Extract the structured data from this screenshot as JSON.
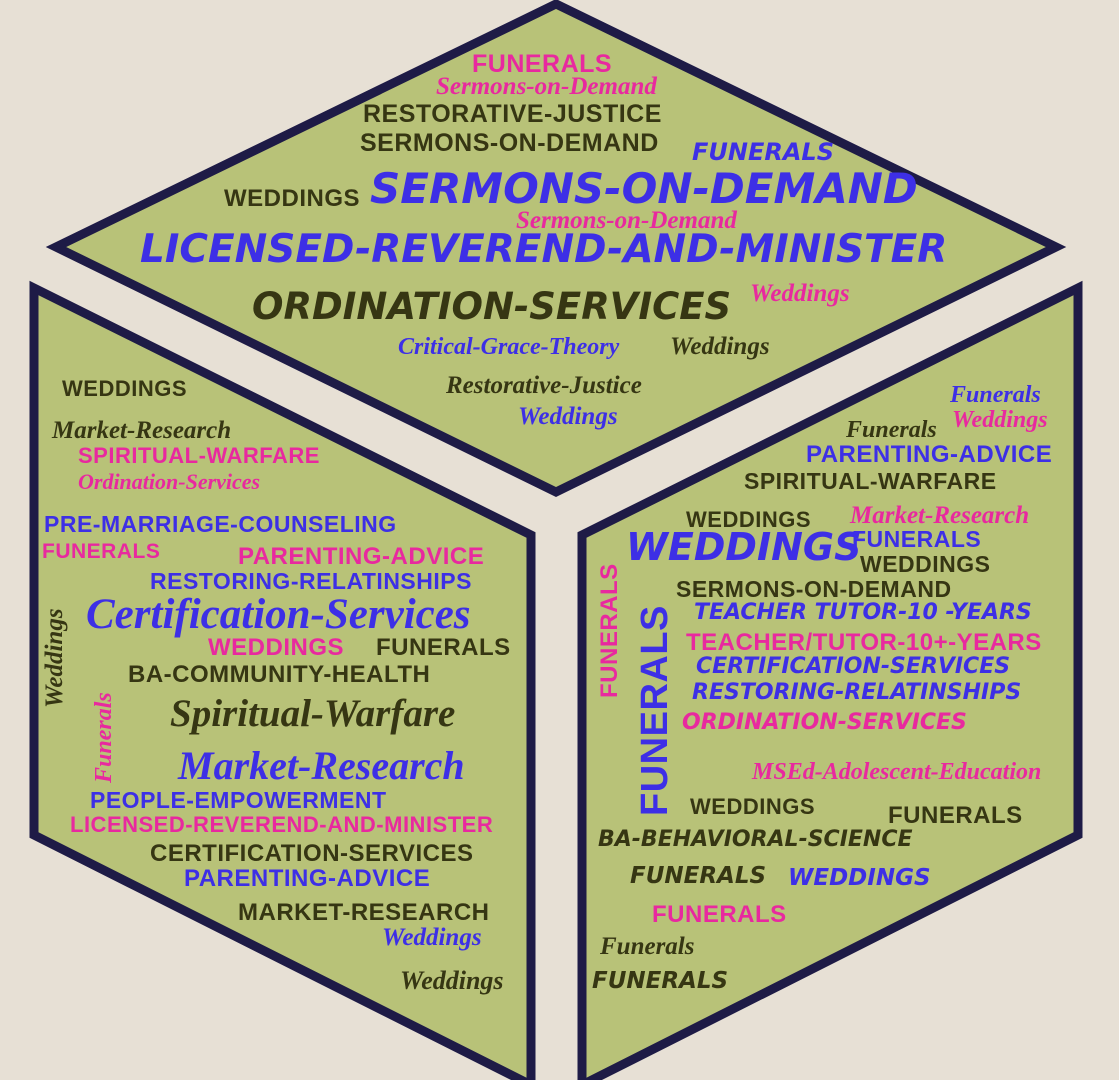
{
  "colors": {
    "background": "#e7e0d5",
    "face": "#b8c278",
    "border": "#1e1b46",
    "olive": "#363613",
    "blue": "#3d2fe6",
    "pink": "#e8299f"
  },
  "top_face": {
    "w1": "FUNERALS",
    "w2": "Sermons-on-Demand",
    "w3": "RESTORATIVE-JUSTICE",
    "w4": "SERMONS-ON-DEMAND",
    "w5": "FUNERALS",
    "w6": "WEDDINGS",
    "w7": "SERMONS-ON-DEMAND",
    "w8": "Sermons-on-Demand",
    "w9": "LICENSED-REVEREND-AND-MINISTER",
    "w10": "Weddings",
    "w11": "ORDINATION-SERVICES",
    "w12": "Critical-Grace-Theory",
    "w13": "Weddings",
    "w14": "Restorative-Justice",
    "w15": "Weddings"
  },
  "left_face": {
    "w1": "WEDDINGS",
    "w2": "Market-Research",
    "w3": "SPIRITUAL-WARFARE",
    "w4": "Ordination-Services",
    "w5": "PRE-MARRIAGE-COUNSELING",
    "w6": "FUNERALS",
    "w7": "PARENTING-ADVICE",
    "w8": "RESTORING-RELATINSHIPS",
    "w9": "Certification-Services",
    "w10": "WEDDINGS",
    "w11": "FUNERALS",
    "w12": "BA-COMMUNITY-HEALTH",
    "w13": "Spiritual-Warfare",
    "w14": "Market-Research",
    "w15": "PEOPLE-EMPOWERMENT",
    "w16": "LICENSED-REVEREND-AND-MINISTER",
    "w17": "CERTIFICATION-SERVICES",
    "w18": "PARENTING-ADVICE",
    "w19": "MARKET-RESEARCH",
    "w20": "Weddings",
    "w21": "Weddings",
    "w22": "Weddings",
    "w23": "Funerals"
  },
  "right_face": {
    "w1": "Funerals",
    "w2": "Weddings",
    "w3": "Funerals",
    "w4": "PARENTING-ADVICE",
    "w5": "SPIRITUAL-WARFARE",
    "w6": "WEDDINGS",
    "w7": "Market-Research",
    "w8": "WEDDINGS",
    "w9": "FUNERALS",
    "w10": "WEDDINGS",
    "w11": "SERMONS-ON-DEMAND",
    "w12": "TEACHER TUTOR-10 -YEARS",
    "w13": "TEACHER/TUTOR-10+-YEARS",
    "w14": "CERTIFICATION-SERVICES",
    "w15": "RESTORING-RELATINSHIPS",
    "w16": "ORDINATION-SERVICES",
    "w17": "MSEd-Adolescent-Education",
    "w18": "WEDDINGS",
    "w19": "FUNERALS",
    "w20": "BA-BEHAVIORAL-SCIENCE",
    "w21": "FUNERALS",
    "w22": "WEDDINGS",
    "w23": "FUNERALS",
    "w24": "Funerals",
    "w25": "FUNERALS",
    "w26": "FUNERALS",
    "w27": "FUNERALS"
  }
}
